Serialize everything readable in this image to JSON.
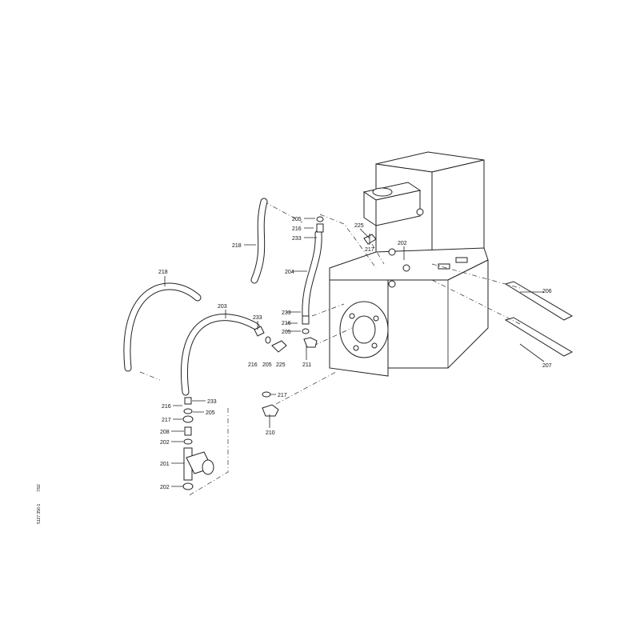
{
  "drawing_code": "5127 356-1",
  "drawing_date": "7/92",
  "labels": {
    "l205_top": "205",
    "l216_top": "216",
    "l233_top": "233",
    "l218_mid": "218",
    "l204": "204",
    "l218_left": "218",
    "l203": "203",
    "l233_mid": "233",
    "l216_mid": "216",
    "l205_mid": "205",
    "l225_mid": "225",
    "l233_r": "233",
    "l216_r": "216",
    "l205_r": "205",
    "l211": "211",
    "l225_top": "225",
    "l217_top": "217",
    "l202_top": "202",
    "l206": "206",
    "l207": "207",
    "l217_low": "217",
    "l210": "210",
    "l216_pump": "216",
    "l233_pump": "233",
    "l205_pump": "205",
    "l217_pump": "217",
    "l208": "208",
    "l202_pump": "202",
    "l201": "201",
    "l202_bottom": "202"
  }
}
